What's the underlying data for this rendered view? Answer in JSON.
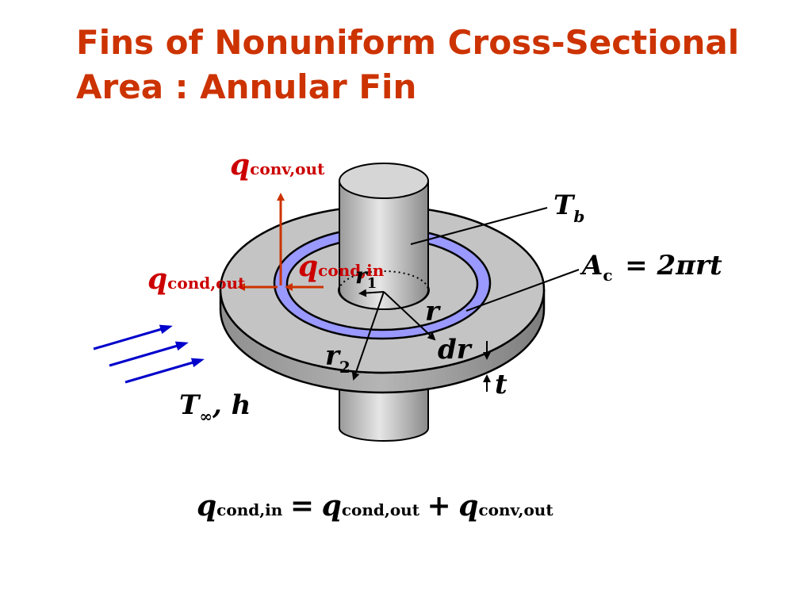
{
  "slide": {
    "title_line1": "Fins of Nonuniform Cross-Sectional",
    "title_line2": "Area : Annular Fin"
  },
  "labels": {
    "q_conv_out": {
      "q": "q",
      "sub": "conv,out"
    },
    "q_cond_out": {
      "q": "q",
      "sub": "cond,out"
    },
    "q_cond_in": {
      "q": "q",
      "sub": "cond,in"
    },
    "Tb": {
      "main": "T",
      "sub": "b"
    },
    "Ac": {
      "main": "A",
      "sub": "c",
      "rhs": "= 2πrt"
    },
    "r1": {
      "main": "r",
      "sub": "1"
    },
    "r": "r",
    "dr": "dr",
    "r2": {
      "main": "r",
      "sub": "2"
    },
    "t": "t",
    "Tinf_h": {
      "main": "T",
      "sub": "∞",
      "rest": ", h"
    }
  },
  "equation": {
    "lhs_q": "q",
    "lhs_sub": "cond,in",
    "equals": "=",
    "t1_q": "q",
    "t1_sub": "cond,out",
    "plus": "+",
    "t2_q": "q",
    "t2_sub": "conv,out"
  },
  "colors": {
    "title": "#cc3300",
    "red_label": "#cc0000",
    "arrow_red": "#cc3300",
    "arrow_blue": "#0000cc",
    "annulus_ring": "#9999ff",
    "disk": "#c8c8c8"
  }
}
